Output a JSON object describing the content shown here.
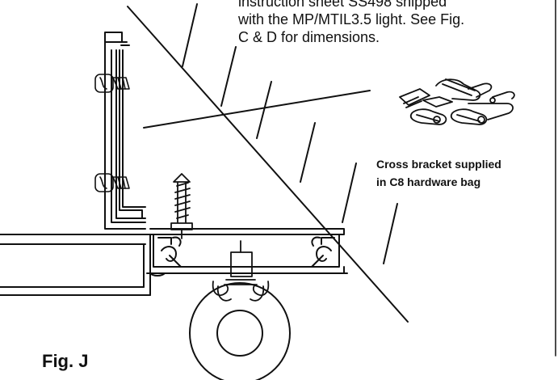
{
  "instruction_note": {
    "lines": [
      "instruction sheet SS498 shipped",
      "with the MP/MTIL3.5 light. See Fig.",
      "C & D for dimensions."
    ]
  },
  "cross_bracket_note": {
    "lines": [
      "Cross bracket supplied",
      "in C8 hardware bag"
    ]
  },
  "figure_label": "Fig. J"
}
